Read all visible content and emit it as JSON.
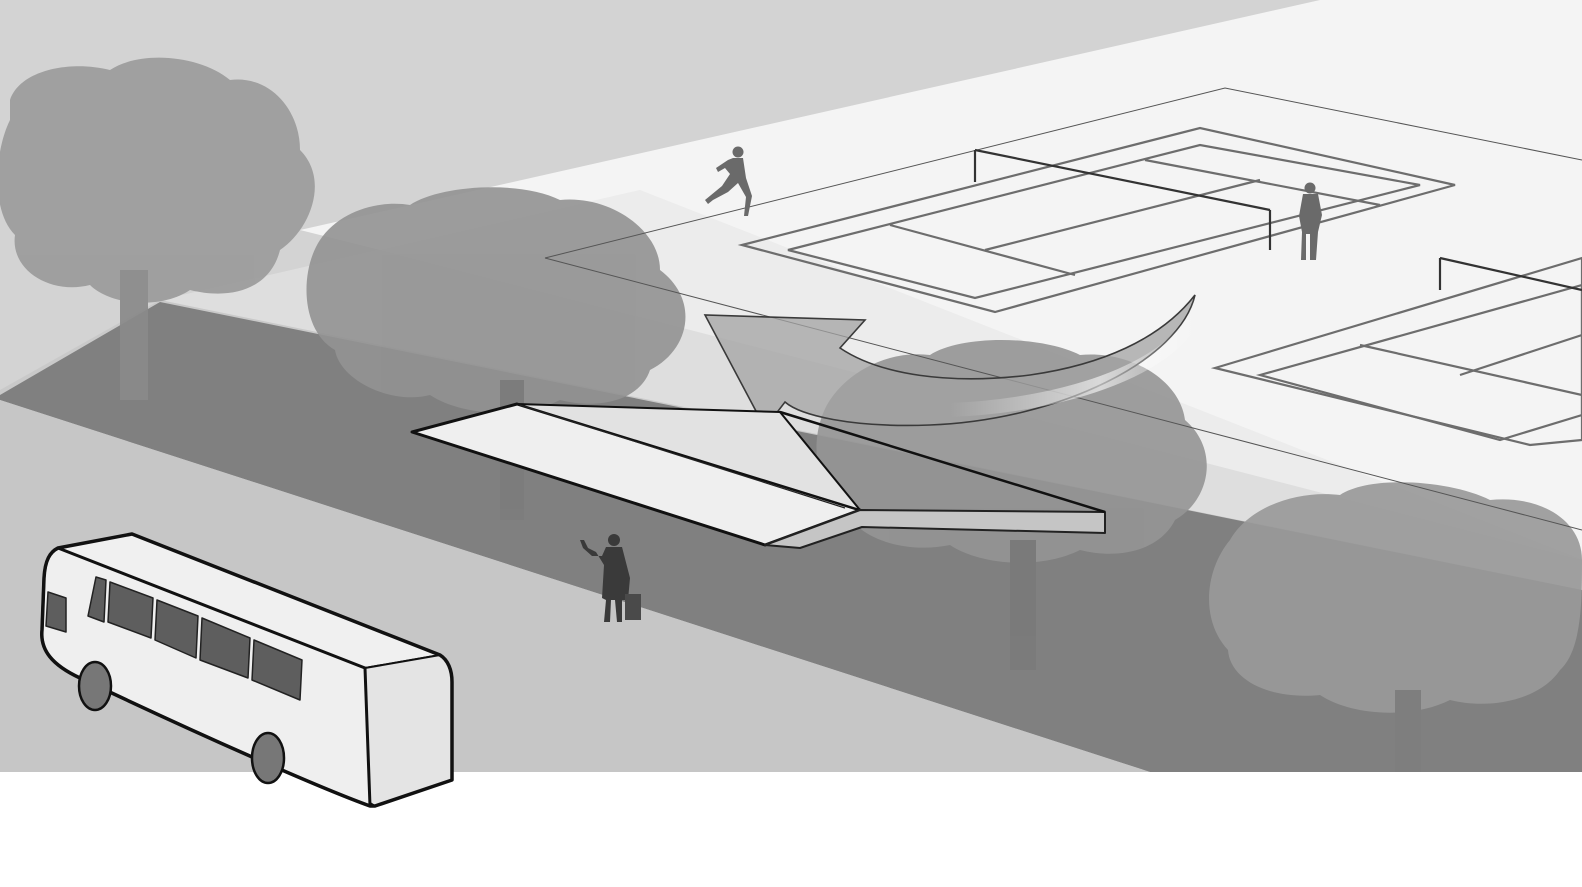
{
  "scene": {
    "palette": {
      "sky": "#d3d3d3",
      "plaza": "#f5f5f5",
      "ground": "#c8c8c8",
      "street": "#7f7f7f",
      "tree": "#9a9a9a",
      "figure": "#3a3a3a",
      "bus_body": "#eeeeee",
      "outline": "#111111",
      "arrow_fill": "#9c9c9c",
      "court_line": "#6d6d6d"
    },
    "elements": [
      "tree",
      "tree",
      "tree",
      "tree",
      "street",
      "plaza",
      "tennis-court",
      "tennis-court",
      "tennis-net",
      "tennis-net",
      "runner",
      "tennis-player",
      "hitchhiker",
      "canopy-shelter",
      "curved-arrow",
      "bus"
    ]
  }
}
